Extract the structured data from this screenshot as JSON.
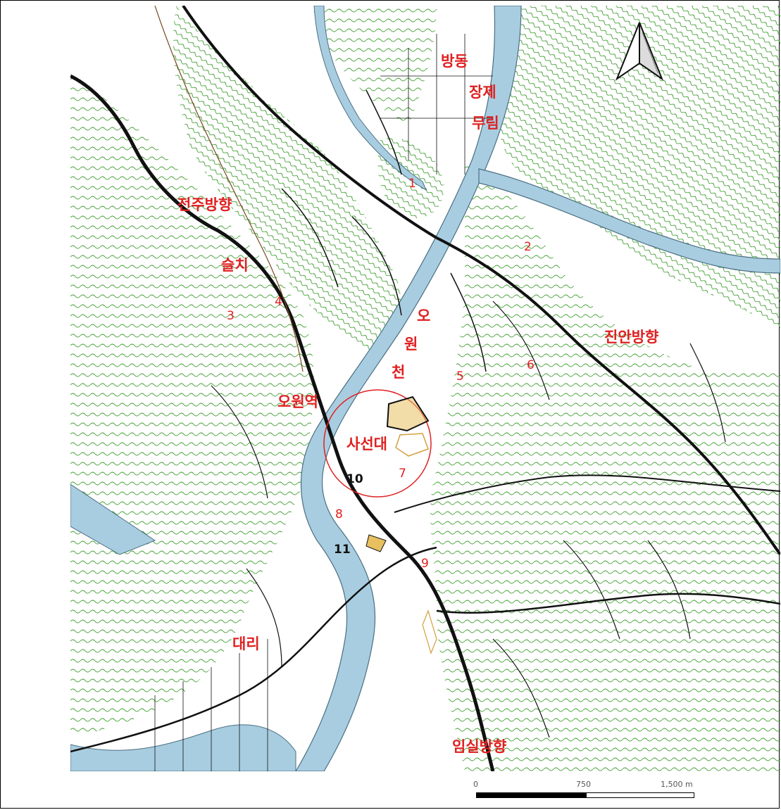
{
  "colors": {
    "contour": "#3a9a2a",
    "river": "#a9cde0",
    "river_edge": "#4a6f82",
    "road": "#111111",
    "label": "#e02020",
    "site_circle": "#e02020",
    "site_fill": "#e8c060"
  },
  "labels": {
    "bangdong": "방동",
    "jangje": "장제",
    "murim": "무림",
    "jeonju": "전주방향",
    "seulchi": "슬치",
    "jinan": "진안방향",
    "owon_stream_1": "오",
    "owon_stream_2": "원",
    "owon_stream_3": "천",
    "owon_station": "오원역",
    "saseondae": "사선대",
    "daeri": "대리",
    "imsil": "임실방향"
  },
  "markers": {
    "m1": "1",
    "m2": "2",
    "m3": "3",
    "m4": "4",
    "m5": "5",
    "m6": "6",
    "m7": "7",
    "m8": "8",
    "m9": "9",
    "m10": "10",
    "m11": "11"
  },
  "north_arrow": {
    "icon": "north-arrow-icon"
  },
  "scale": {
    "label_0": "0",
    "label_mid": "750",
    "label_max": "1,500 m"
  }
}
